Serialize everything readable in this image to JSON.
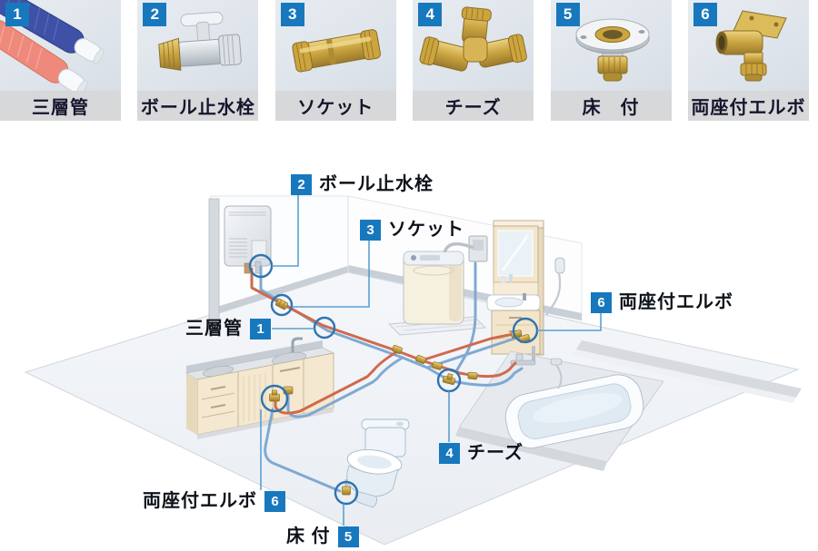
{
  "legend": {
    "cards": [
      {
        "number": "1",
        "label": "三層管",
        "icon": "insulated-pipes"
      },
      {
        "number": "2",
        "label": "ボール止水栓",
        "icon": "ball-stop-valve"
      },
      {
        "number": "3",
        "label": "ソケット",
        "icon": "socket-fitting"
      },
      {
        "number": "4",
        "label": "チーズ",
        "icon": "tee-fitting"
      },
      {
        "number": "5",
        "label": "床　付",
        "icon": "floor-mount-fitting"
      },
      {
        "number": "6",
        "label": "両座付エルボ",
        "icon": "double-seat-elbow-fitting"
      }
    ]
  },
  "diagram": {
    "labels": {
      "ball_valve": {
        "number": "2",
        "text": "ボール止水栓"
      },
      "socket": {
        "number": "3",
        "text": "ソケット"
      },
      "elbow_vanity": {
        "number": "6",
        "text": "両座付エルボ"
      },
      "pipe": {
        "number": "1",
        "text": "三層管"
      },
      "tee": {
        "number": "4",
        "text": "チーズ"
      },
      "elbow_kitchen": {
        "number": "6",
        "text": "両座付エルボ"
      },
      "floor_mount": {
        "number": "5",
        "text": "床 付"
      }
    }
  },
  "colors": {
    "badge_blue": "#1878be",
    "pipe_hot_red": "#cf6a4e",
    "pipe_cold_blue": "#7fa9d3",
    "brass": "#c9a23f",
    "callout_ring": "#2f74b0",
    "leader_line": "#5b9fd4",
    "card_label_bg": "#d7d8da",
    "card_photo_bg": "#dfe5ec"
  }
}
